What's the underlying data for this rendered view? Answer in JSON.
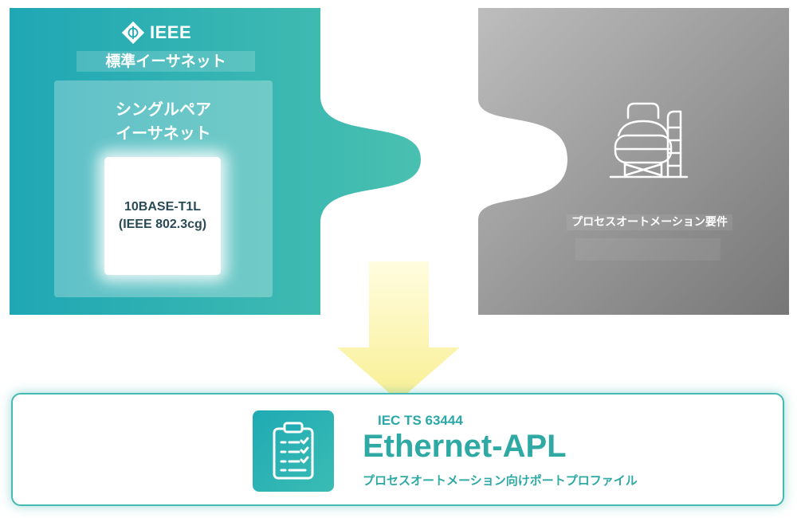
{
  "ieee": {
    "logo_text": "IEEE",
    "standard_label": "標準イーサネット"
  },
  "spe": {
    "line1": "シングルペア",
    "line2": "イーサネット"
  },
  "t1l": {
    "line1": "10BASE-T1L",
    "line2": "(IEEE 802.3cg)"
  },
  "process": {
    "requirements_label": "プロセスオートメーション要件",
    "icon": "industrial-plant-icon"
  },
  "apl": {
    "standard": "IEC TS 63444",
    "title": "Ethernet-APL",
    "subtitle": "プロセスオートメーション向けポートプロファイル",
    "icon": "clipboard-checklist-icon"
  },
  "colors": {
    "teal_dark": "#1fa7b4",
    "teal_light": "#49c0b0",
    "gray_light": "#b5b5b5",
    "gray_dark": "#7b7b7b",
    "arrow_yellow": "#fbf4a6"
  }
}
